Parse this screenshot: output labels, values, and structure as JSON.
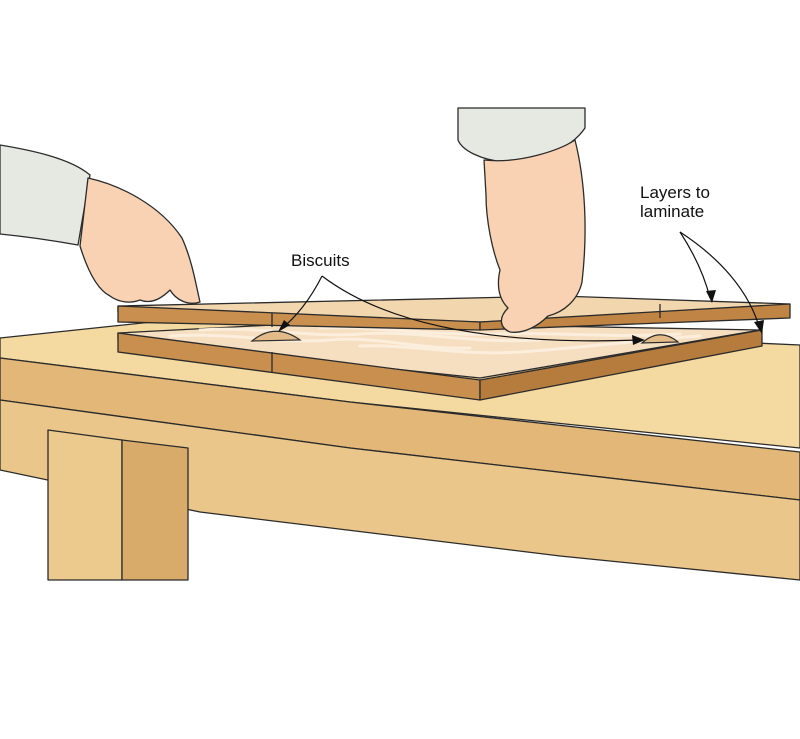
{
  "labels": {
    "biscuits": "Biscuits",
    "layers_line1": "Layers to",
    "layers_line2": "laminate"
  },
  "colors": {
    "background": "#ffffff",
    "table_top": "#f4d9a1",
    "table_edge": "#e2b778",
    "table_leg": "#ebc98b",
    "board_edge": "#c98f4f",
    "board_face": "#f6dec0",
    "board_grain": "#fbeedd",
    "biscuit": "#e3bb88",
    "skin": "#f8d2b3",
    "sleeve": "#e6e9e2",
    "outline": "#2b2b2b"
  }
}
